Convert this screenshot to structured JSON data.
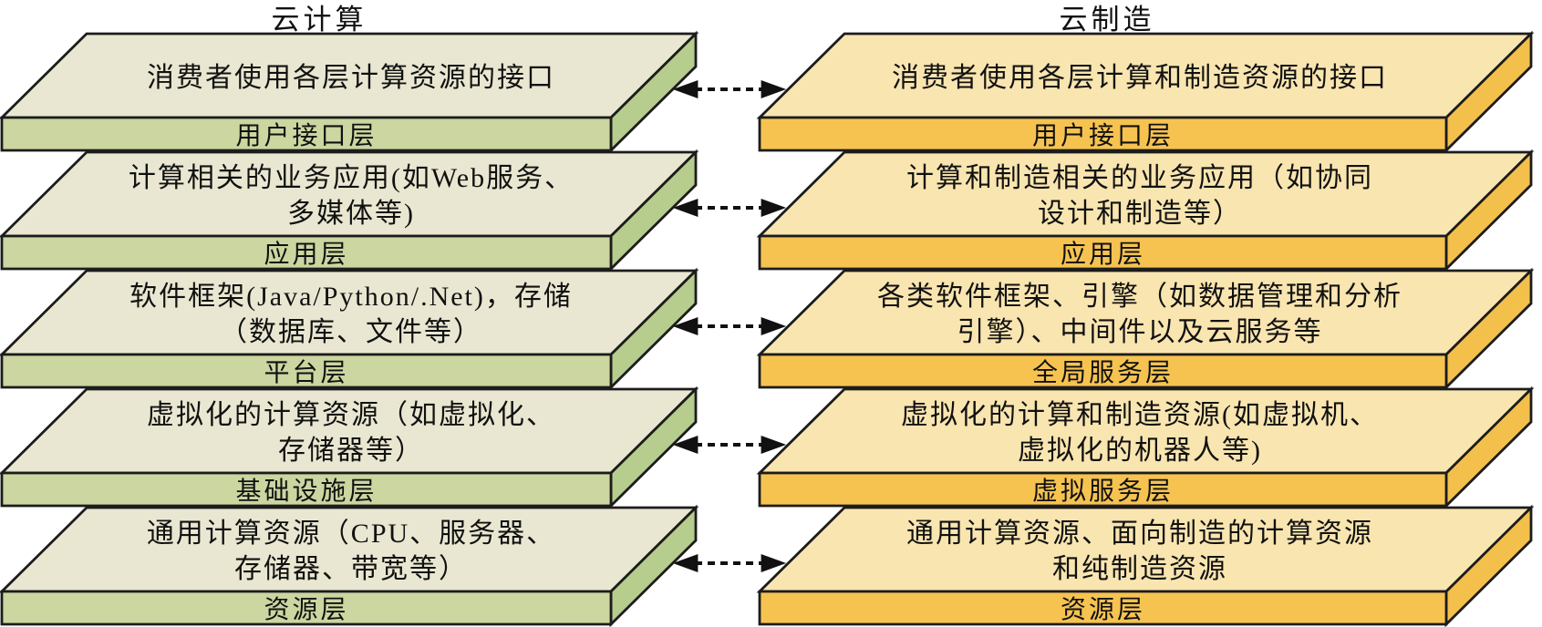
{
  "diagram": {
    "columns": [
      {
        "id": "cloud-computing",
        "title": "云计算",
        "colors": {
          "top_face": "#e9e7d1",
          "front_face": "#cbd6a0",
          "side_face": "#b6cd8d",
          "outline": "#1c1c1c"
        },
        "layers": [
          {
            "top_label": "消费者使用各层计算资源的接口",
            "edge_label": "用户接口层"
          },
          {
            "top_label": "计算相关的业务应用(如Web服务、\n多媒体等)",
            "edge_label": "应用层"
          },
          {
            "top_label": "软件框架(Java/Python/.Net)，存储\n（数据库、文件等）",
            "edge_label": "平台层"
          },
          {
            "top_label": "虚拟化的计算资源（如虚拟化、\n存储器等）",
            "edge_label": "基础设施层"
          },
          {
            "top_label": "通用计算资源（CPU、服务器、\n存储器、带宽等）",
            "edge_label": "资源层"
          }
        ]
      },
      {
        "id": "cloud-manufacturing",
        "title": "云制造",
        "colors": {
          "top_face": "#f9e5b0",
          "front_face": "#f6c351",
          "side_face": "#f4c04c",
          "outline": "#1c1c1c"
        },
        "layers": [
          {
            "top_label": "消费者使用各层计算和制造资源的接口",
            "edge_label": "用户接口层"
          },
          {
            "top_label": "计算和制造相关的业务应用（如协同\n设计和制造等）",
            "edge_label": "应用层"
          },
          {
            "top_label": "各类软件框架、引擎（如数据管理和分析\n引擎）、中间件以及云服务等",
            "edge_label": "全局服务层"
          },
          {
            "top_label": "虚拟化的计算和制造资源(如虚拟机、\n虚拟化的机器人等)",
            "edge_label": "虚拟服务层"
          },
          {
            "top_label": "通用计算资源、面向制造的计算资源\n和纯制造资源",
            "edge_label": "资源层"
          }
        ]
      }
    ],
    "connectors": {
      "count": 5,
      "style": "dashed-double-arrow",
      "color": "#111111"
    }
  }
}
